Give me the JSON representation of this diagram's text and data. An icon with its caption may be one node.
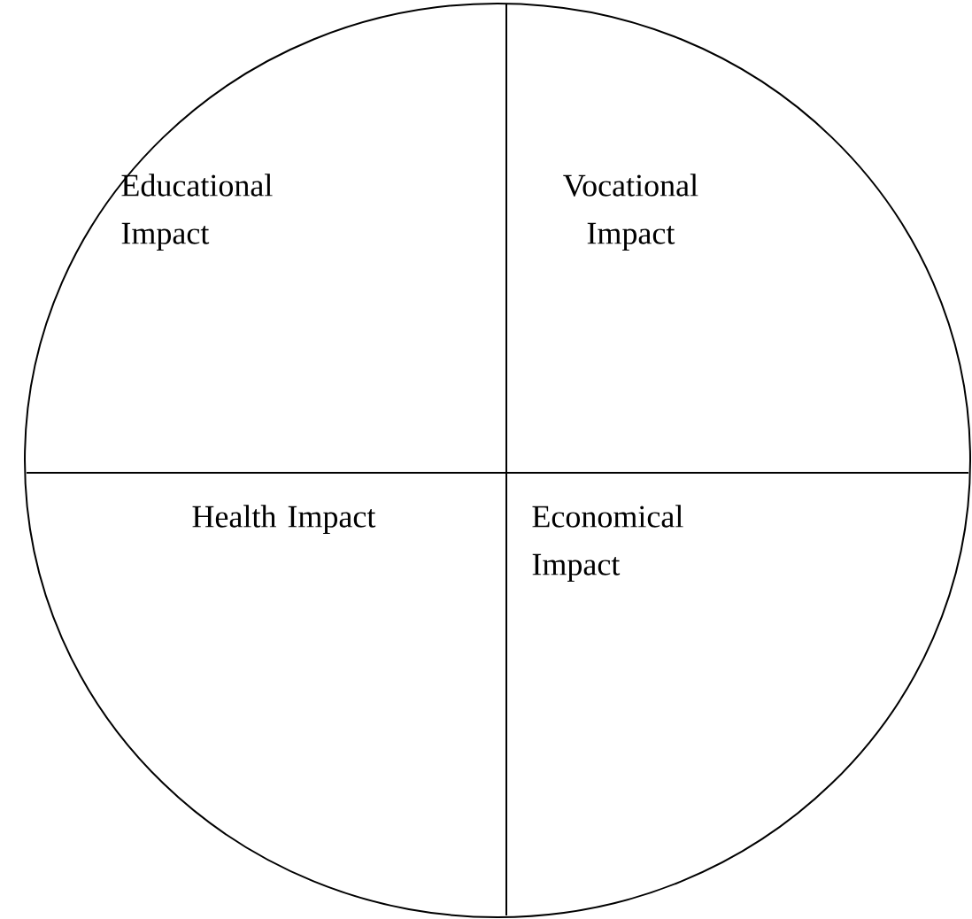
{
  "diagram": {
    "nodes": [
      {
        "text": [
          "Educational Impact",
          "Vocational Impact",
          "Health Impact",
          "Economical Impact"
        ]
      }
    ]
  }
}
